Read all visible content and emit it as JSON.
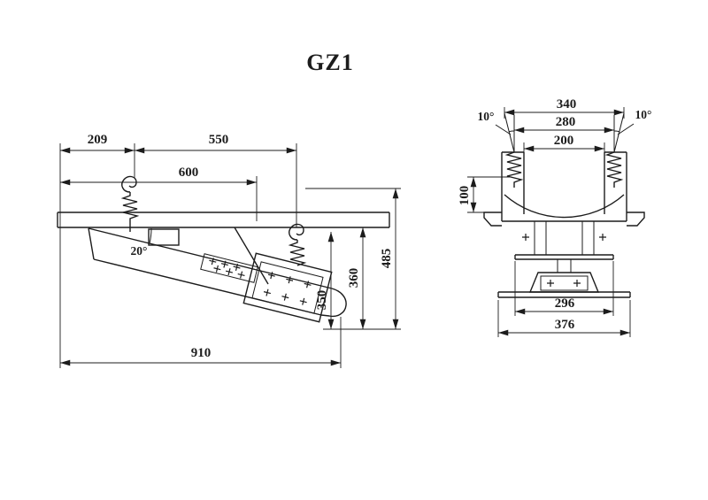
{
  "title": "GZ1",
  "side_view": {
    "dim_209": "209",
    "dim_550": "550",
    "dim_600": "600",
    "dim_910": "910",
    "dim_485": "485",
    "dim_360": "360",
    "dim_350": "350",
    "angle_label": "20°"
  },
  "end_view": {
    "dim_340": "340",
    "dim_280": "280",
    "dim_200": "200",
    "dim_100": "100",
    "dim_296": "296",
    "dim_376": "376",
    "angle_left": "10°",
    "angle_right": "10°"
  },
  "colors": {
    "line": "#1c1c1c",
    "background": "#ffffff"
  }
}
